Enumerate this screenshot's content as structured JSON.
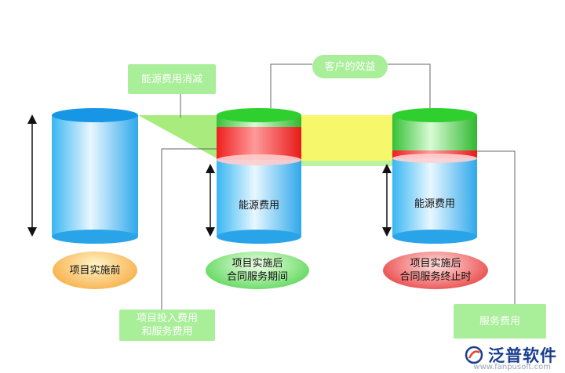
{
  "diagram": {
    "energy_saving_label": "能源费用消减",
    "customer_benefit_label": "客户的效益",
    "energy_cost_label_1": "能源费用",
    "energy_cost_label_2": "能源费用",
    "stage_before": "项目实施前",
    "stage_during_line1": "项目实施后",
    "stage_during_line2": "合同服务期间",
    "stage_end_line1": "项目实施后",
    "stage_end_line2": "合同服务终止时",
    "investment_line1": "项目投入费用",
    "investment_line2": "和服务费用",
    "service_fee_label": "服务费用"
  },
  "brand": {
    "logo_text": "泛普软件",
    "url": "www.fanpusoft.com"
  },
  "colors": {
    "blue": "#18a8f0",
    "green": "#33cc33",
    "red": "#ff2b2b",
    "yellow": "#f3f566",
    "label_green": "#a9ee99",
    "oval_orange": "#f7a735",
    "oval_green": "#38d43a",
    "oval_red": "#ee2b2b"
  }
}
